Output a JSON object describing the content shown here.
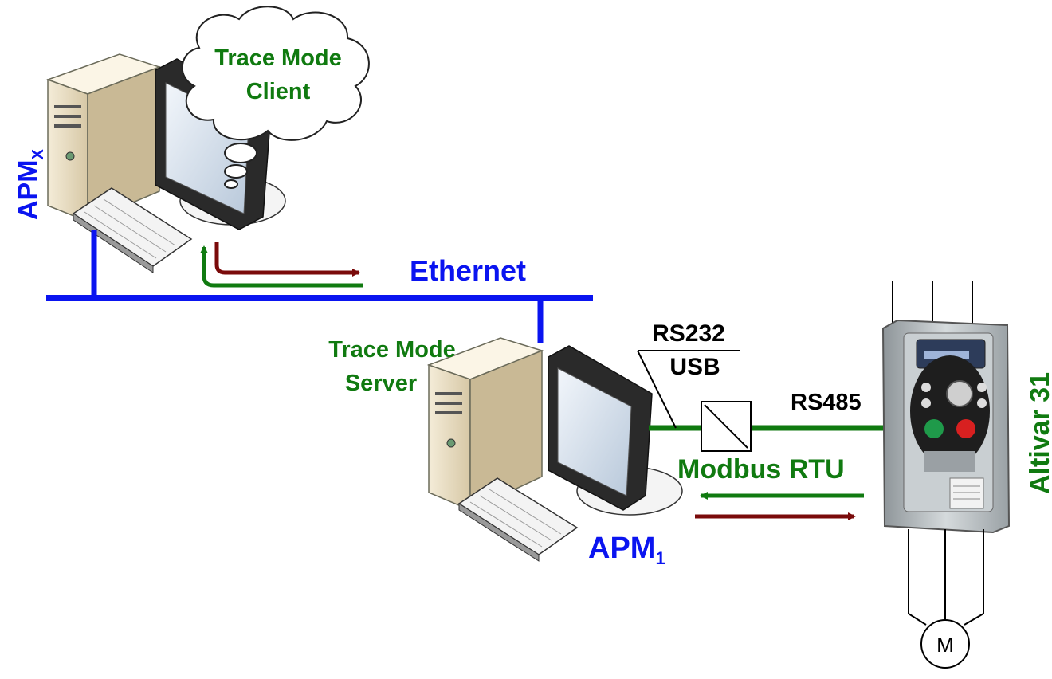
{
  "client": {
    "bubble_line1": "Trace Mode",
    "bubble_line2": "Client",
    "station_main": "APM",
    "station_sub": "X"
  },
  "network": {
    "ethernet": "Ethernet"
  },
  "server": {
    "label_line1": "Trace Mode",
    "label_line2": "Server",
    "station_main": "APM",
    "station_sub": "1"
  },
  "link": {
    "interface_top": "RS232",
    "interface_bottom": "USB",
    "bus": "RS485",
    "protocol": "Modbus RTU"
  },
  "drive": {
    "name": "Altivar 31"
  },
  "motor": {
    "symbol": "M"
  },
  "colors": {
    "blue": "#0a14f0",
    "green": "#107a10",
    "dark_red": "#7a0a0a",
    "black": "#000000"
  }
}
